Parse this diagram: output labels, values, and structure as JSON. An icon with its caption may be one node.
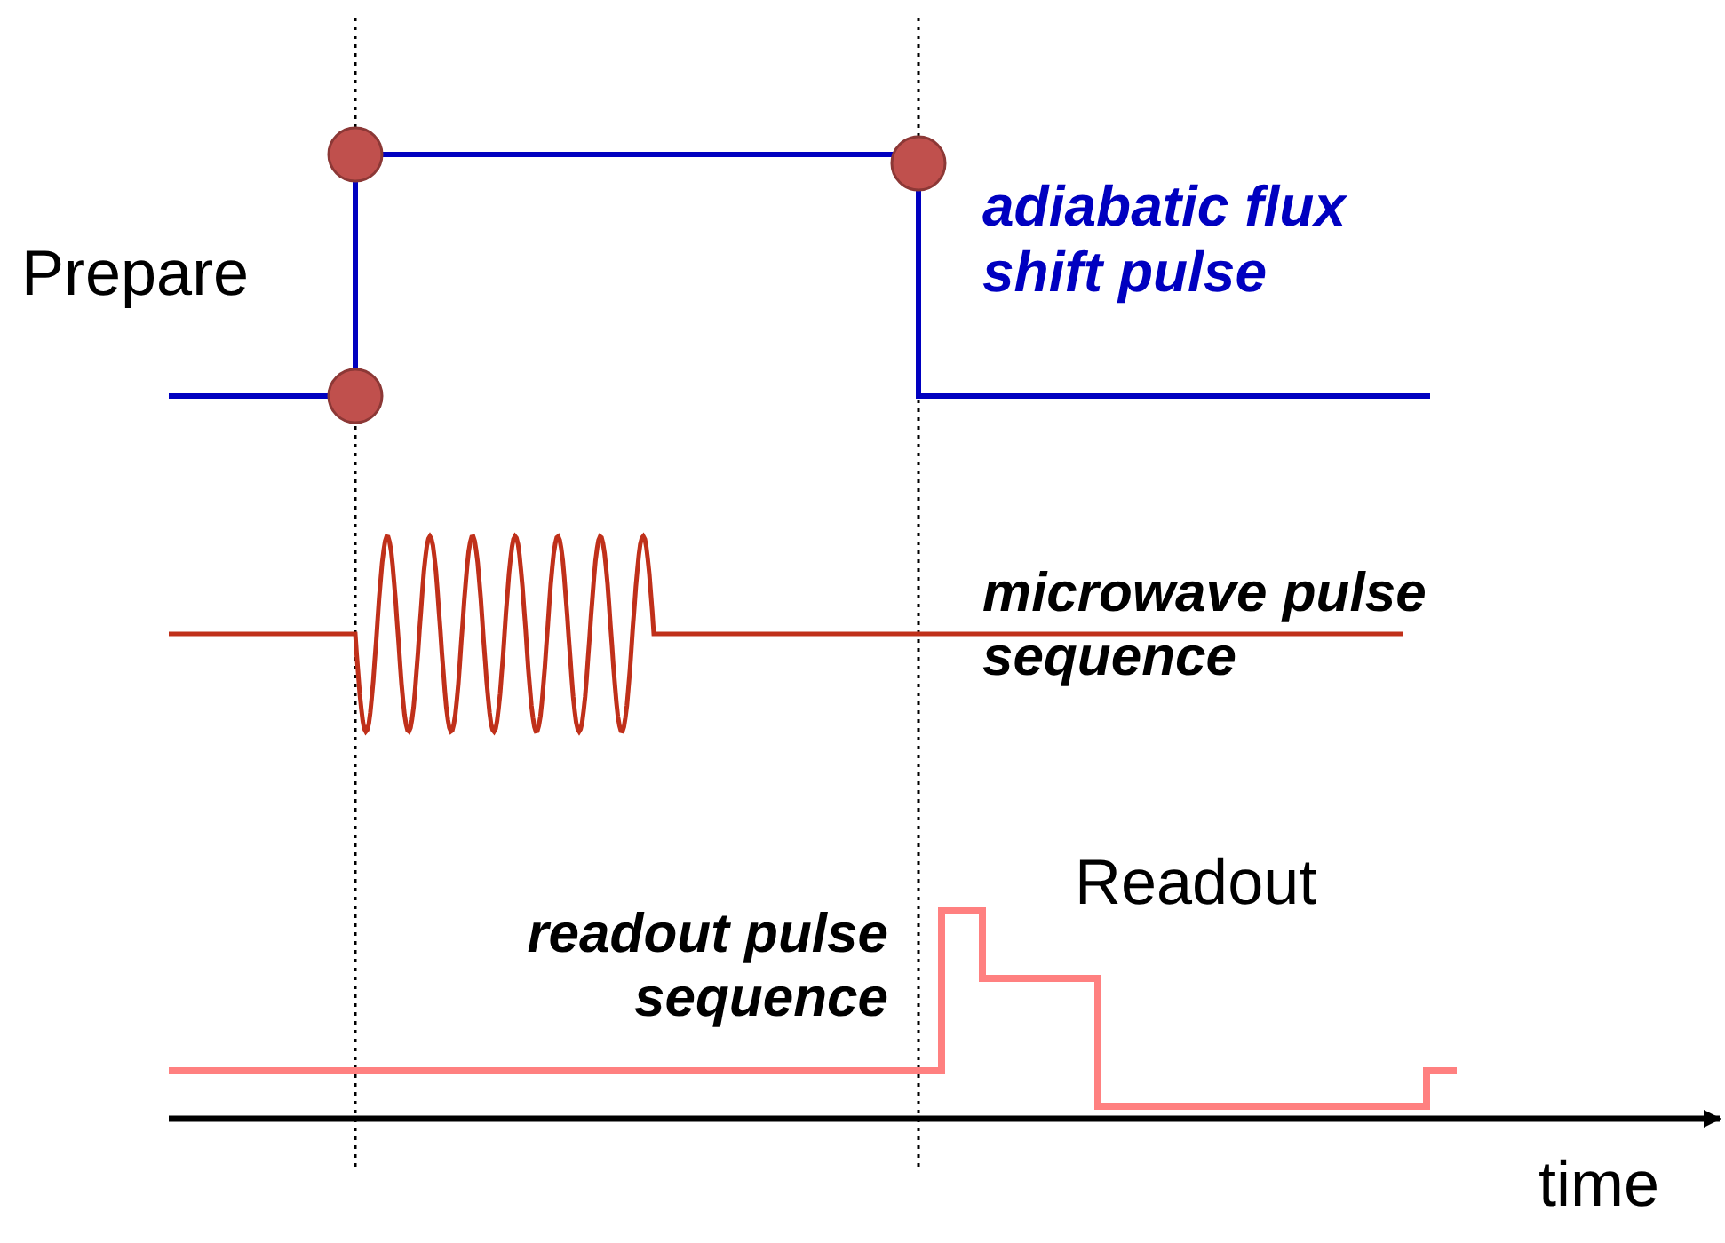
{
  "diagram": {
    "labels": [
      "Prepare",
      "adiabatic flux shift pulse",
      "microwave pulse sequence",
      "readout pulse sequence",
      "Readout",
      "time"
    ]
  }
}
